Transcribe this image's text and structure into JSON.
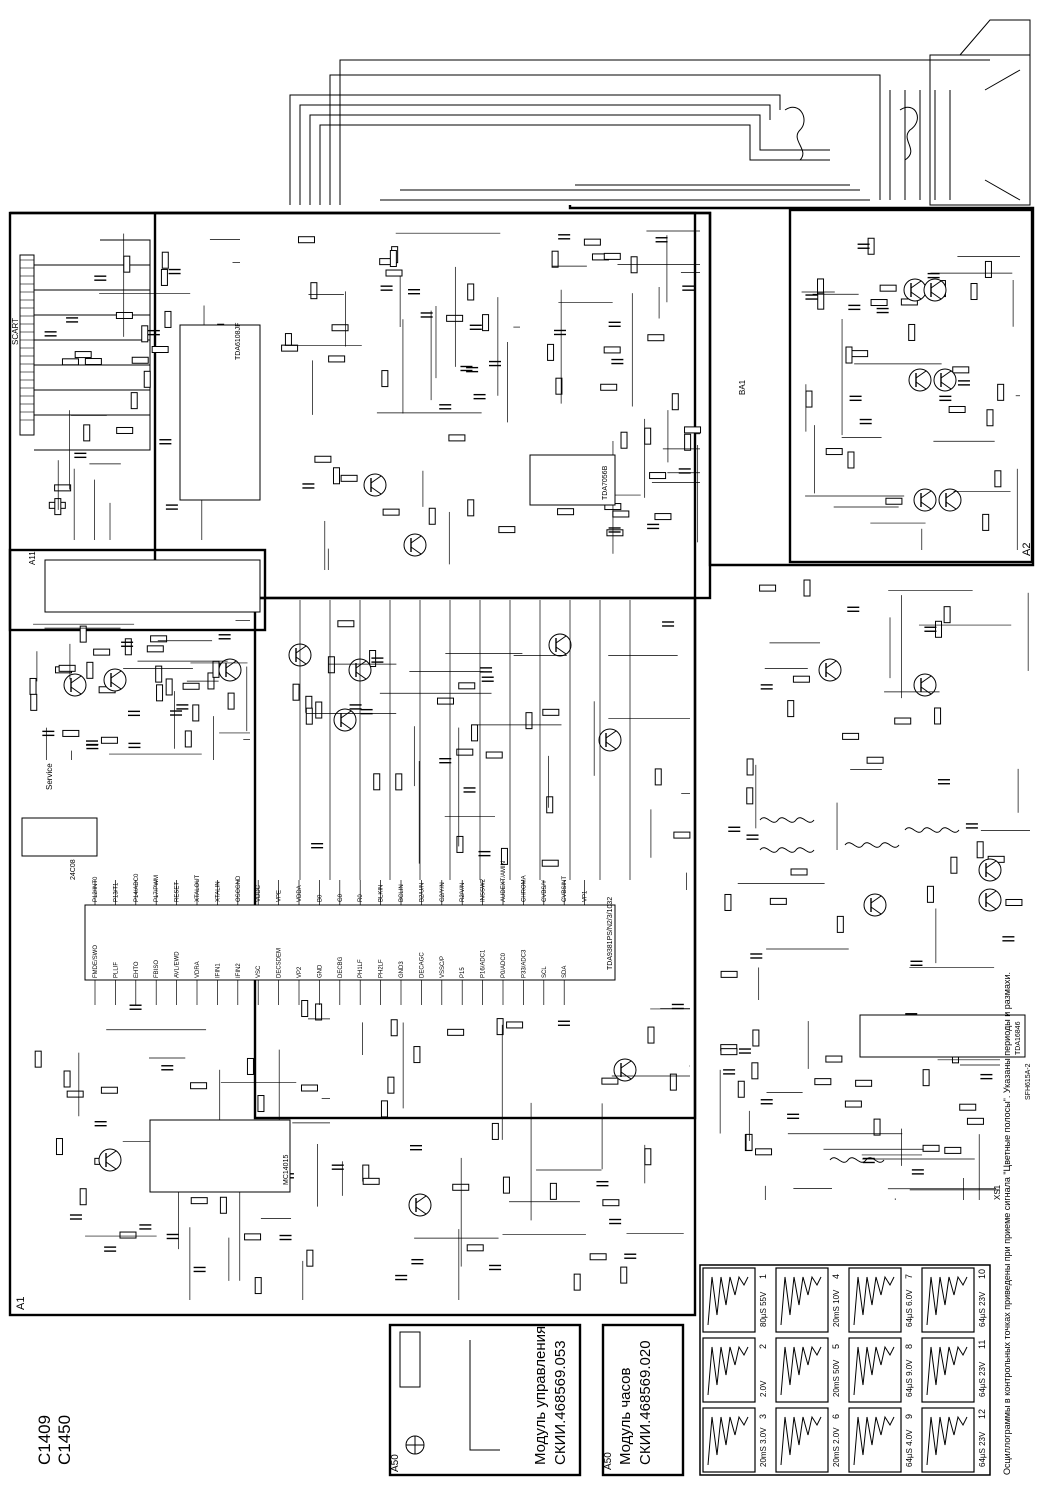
{
  "model_codes": [
    "C1409",
    "C1450"
  ],
  "blocks": {
    "main_board": "A1",
    "crt_board": "A2",
    "control_module_id": "A50",
    "control_module_title": "Модуль управления",
    "control_module_code": "СКИИ.468569.053",
    "clock_module_id": "A50",
    "clock_module_title": "Модуль часов",
    "clock_module_code": "СКИИ.468569.020"
  },
  "chips": {
    "main_ic": "TDA9381PS/N2/3/1032",
    "video_out": "TDA6108JF",
    "audio_amp": "TDA7056B",
    "eeprom": "24C08",
    "sync_driver": "MC14015",
    "power_ic": "TDA16846",
    "opto": "SFH615A-2",
    "tuner": "A11"
  },
  "connectors": {
    "scart": "SCART",
    "service": "Service",
    "power_in": "XS1",
    "speaker": "BA1"
  },
  "pin_labels_main_ic": [
    "P12/INT0",
    "P13/T1",
    "P14/ADC0",
    "P17/PWM",
    "RESET",
    "XTALOUT",
    "XTALIN",
    "OSCGND",
    "VDDC",
    "VPE",
    "VDDA",
    "B0",
    "G0",
    "R0",
    "BLKIN",
    "BCLIN",
    "B2/U/N",
    "G2/Y/N",
    "R2/V/N",
    "INSSW2",
    "AUDEXT/AMIN",
    "CHROMA",
    "CVBS/Y",
    "CVBSINT",
    "VP1",
    "FMDE/SWO",
    "PLLIF",
    "EHTO",
    "FBISO",
    "AVL/EWD",
    "VDRA",
    "IFIN1",
    "IFIN2",
    "VSC",
    "DECSDEM",
    "VP2",
    "GND",
    "DECBG",
    "PH1LF",
    "PH2LF",
    "GND3",
    "DECAGC",
    "VSSC/P",
    "P15",
    "P16/ADC1",
    "P0/ADC0",
    "P33/ADC3",
    "SCL",
    "SDA"
  ],
  "waveforms": [
    {
      "n": "1",
      "label": "80µS 55V"
    },
    {
      "n": "2",
      "label": "2.0V"
    },
    {
      "n": "3",
      "label": "20mS 3.0V"
    },
    {
      "n": "4",
      "label": "20mS 10V"
    },
    {
      "n": "5",
      "label": "20mS 50V"
    },
    {
      "n": "6",
      "label": "20mS 2.0V"
    },
    {
      "n": "7",
      "label": "64µS 6.0V"
    },
    {
      "n": "8",
      "label": "64µS 9.0V"
    },
    {
      "n": "9",
      "label": "64µS 4.0V"
    },
    {
      "n": "10",
      "label": "64µS 23V"
    },
    {
      "n": "11",
      "label": "64µS 23V"
    },
    {
      "n": "12",
      "label": "64µS 23V"
    }
  ],
  "footnote": "Осциллограммы в контрольных точках приведены при приеме сигнала \"Цветные полосы\". Указаны периоды и размахи.",
  "colors": {
    "ink": "#000000",
    "paper": "#ffffff"
  }
}
